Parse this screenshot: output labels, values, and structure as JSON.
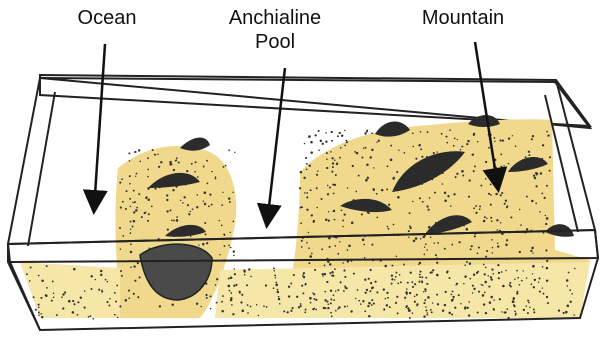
{
  "labels": {
    "ocean": "Ocean",
    "pool_line1": "Anchialine",
    "pool_line2": "Pool",
    "mountain": "Mountain"
  },
  "colors": {
    "sand": "#f0d98c",
    "sand_light": "#f6e6a8",
    "rock": "#2b2b2b",
    "outline": "#222222",
    "water": "#ffffff"
  }
}
